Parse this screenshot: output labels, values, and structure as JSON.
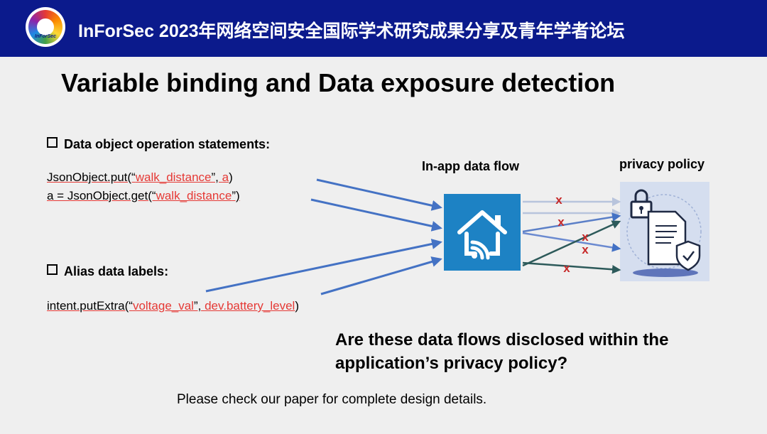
{
  "header": {
    "logo_text": "InForSec",
    "title": "InForSec 2023年网络空间安全国际学术研究成果分享及青年学者论坛",
    "colors": {
      "background": "#0b1a8c",
      "text": "#ffffff"
    }
  },
  "slide": {
    "title": "Variable binding and Data exposure detection",
    "section1": {
      "heading": "Data object operation statements:",
      "line1": {
        "prefix": "JsonObject.put(“",
        "key": "walk_distance",
        "mid": "”, ",
        "var": "a",
        "suffix": ")"
      },
      "line2": {
        "prefix": "a = JsonObject.get(“",
        "key": "walk_distance",
        "suffix": "”)"
      }
    },
    "section2": {
      "heading": "Alias data labels:",
      "line": {
        "prefix": "intent.putExtra(“",
        "key": "voltage_val",
        "mid": "”, ",
        "label": "dev.battery_level",
        "suffix": ")"
      }
    },
    "diagram": {
      "app_label": "In-app data flow",
      "policy_label": "privacy policy",
      "app_icon": "smart-home-icon",
      "policy_icon": "locked-document-shield-icon",
      "marks": [
        "x",
        "x",
        "x",
        "x",
        "x"
      ]
    },
    "question": "Are these data flows disclosed within the application’s privacy policy?",
    "footer_note": "Please check our paper for complete design details.",
    "accent_colors": {
      "arrow": "#4472c4",
      "highlight": "#e53935",
      "app_icon_bg": "#1d82c4"
    }
  }
}
